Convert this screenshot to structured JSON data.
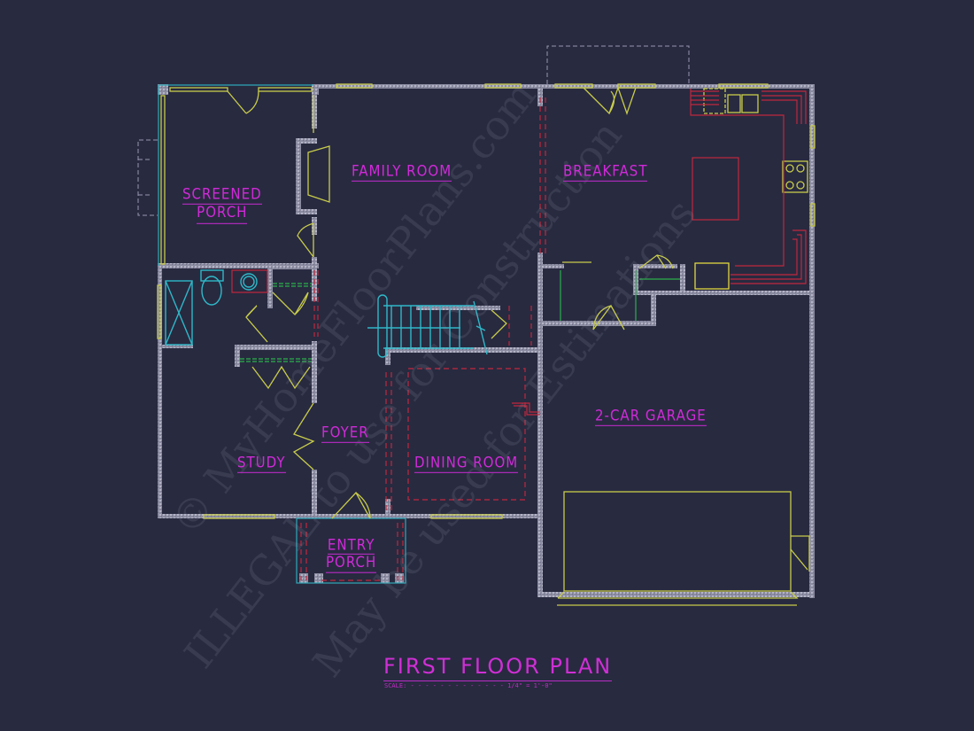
{
  "drawing": {
    "title": "FIRST FLOOR PLAN",
    "scale_label": "SCALE:",
    "scale_value": "1/4\" = 1'-0\""
  },
  "rooms": {
    "screened_porch": {
      "line1": "SCREENED",
      "line2": "PORCH"
    },
    "family_room": "FAMILY ROOM",
    "breakfast": "BREAKFAST",
    "study": "STUDY",
    "foyer": "FOYER",
    "dining_room": "DINING ROOM",
    "entry_porch": {
      "line1": "ENTRY",
      "line2": "PORCH"
    },
    "garage": "2-CAR GARAGE"
  },
  "watermark": {
    "line1": "© MyHomeFloorPlans.com",
    "line2": "ILLEGAL to use for Construction",
    "line3": "May be used for Estimations"
  },
  "colors": {
    "background": "#282a40",
    "wall": "#9a9ab0",
    "label": "#d02ad8",
    "door_window": "#c8cc4a",
    "fixture": "#2fb8c8",
    "hidden_line": "#c0283c",
    "shelf": "#2ab04a"
  }
}
